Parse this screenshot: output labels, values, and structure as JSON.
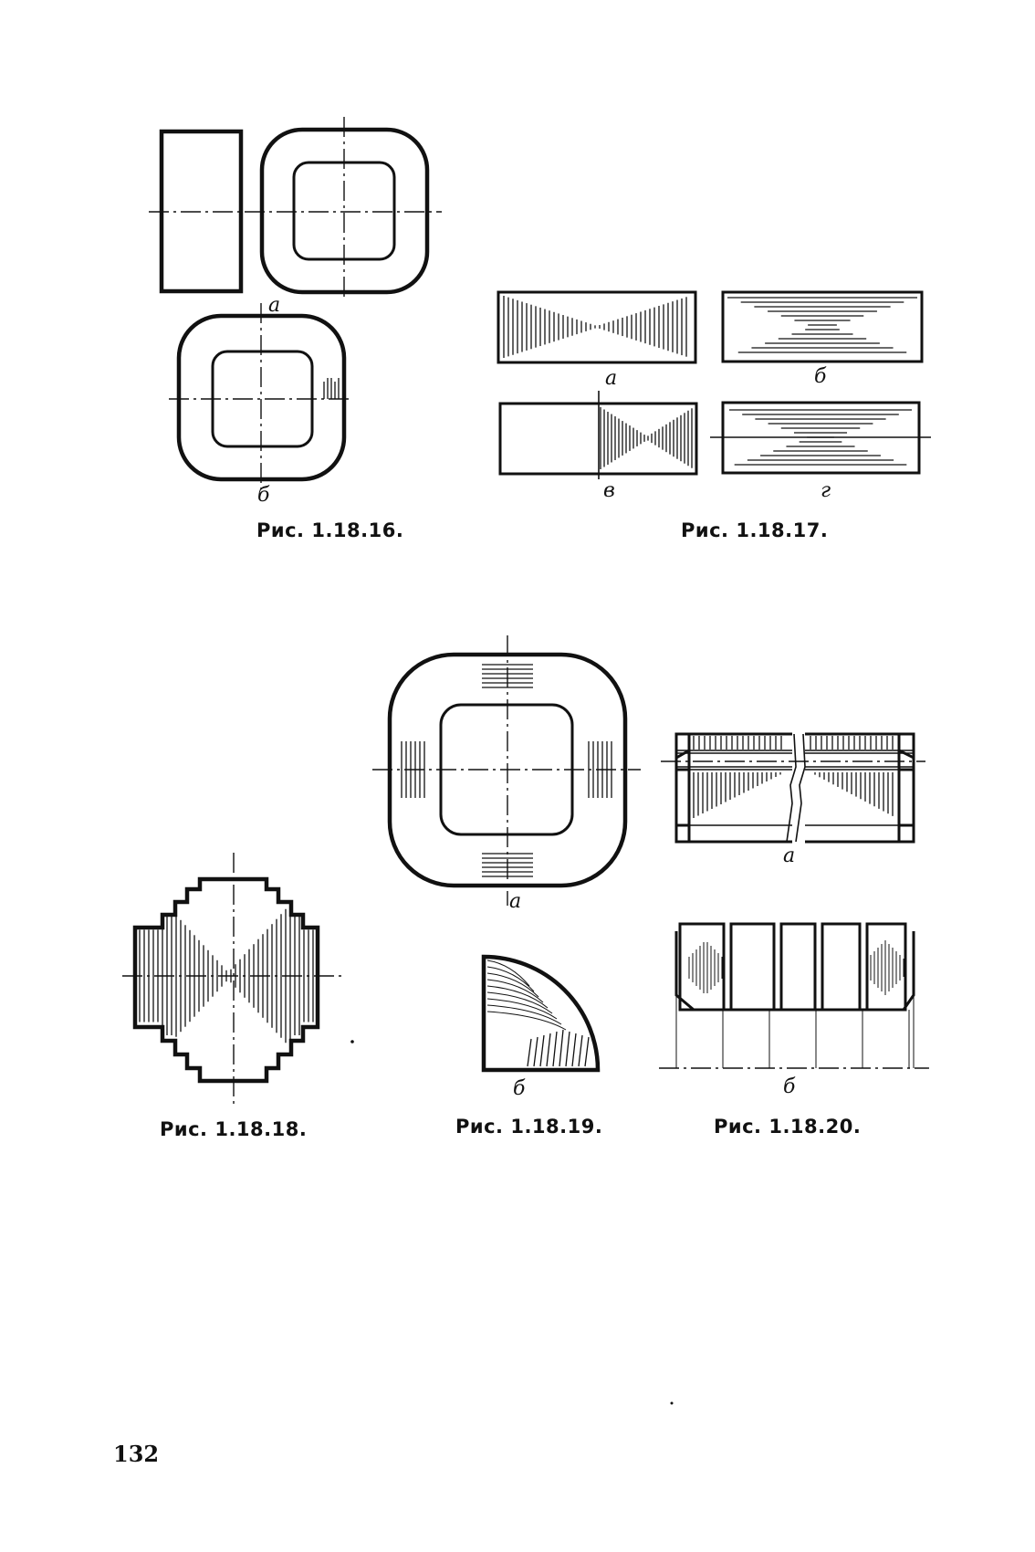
{
  "captions": {
    "fig_16": "Рис. 1.18.16.",
    "fig_17": "Рис. 1.18.17.",
    "fig_18": "Рис. 1.18.18.",
    "fig_19": "Рис. 1.18.19.",
    "fig_20": "Рис. 1.18.20."
  },
  "sublabels": {
    "f16_a": "а",
    "f16_b": "б",
    "f17_a": "а",
    "f17_b": "б",
    "f17_v": "в",
    "f17_g": "г",
    "f19_a": "а",
    "f19_b": "б",
    "f20_a": "а",
    "f20_b": "б"
  },
  "page_number": "132"
}
